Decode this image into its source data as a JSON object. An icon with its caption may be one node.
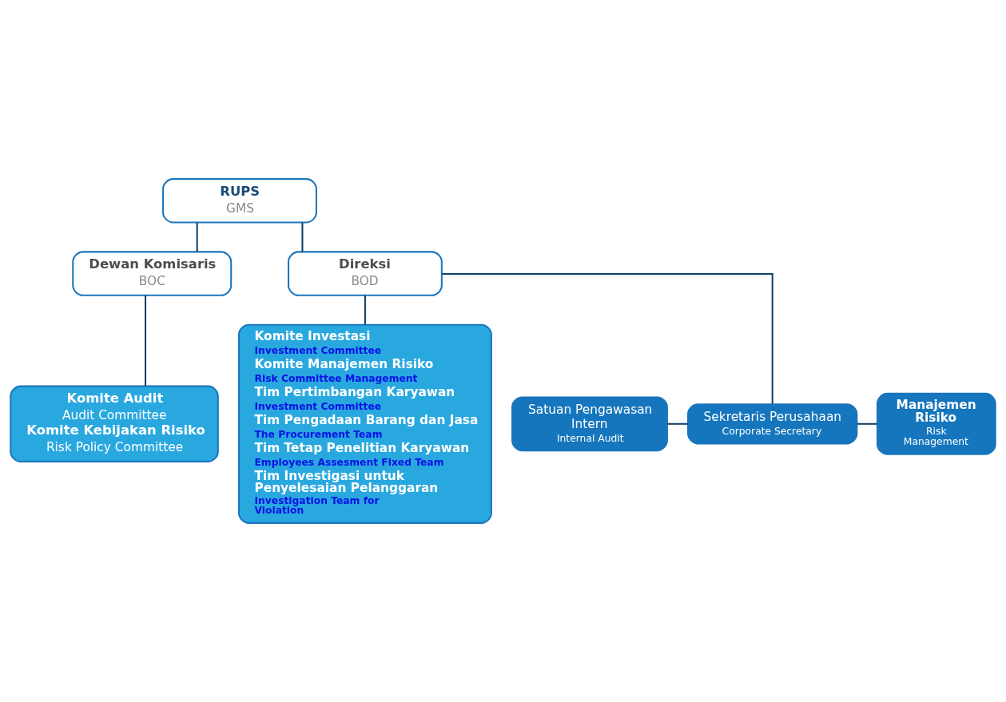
{
  "diagram": {
    "nodes": [
      {
        "text": [
          "RUPS",
          "GMS"
        ]
      },
      {
        "text": [
          "Dewan Komisaris",
          "BOC"
        ]
      },
      {
        "text": [
          "Direksi",
          "BOD"
        ]
      },
      {
        "text": [
          "Komite Audit",
          "Audit Committee",
          "Komite Kebijakan Risiko",
          "Risk Policy Committee"
        ]
      },
      {
        "text": [
          "Satuan Pengawasan Intern",
          "Internal Audit"
        ]
      },
      {
        "text": [
          "Sekretaris Perusahaan",
          "Corporate Secretary"
        ]
      },
      {
        "text": [
          "Manajemen Risiko",
          "Risk Management"
        ]
      },
      {
        "text": [
          "Komite Investasi",
          "Investment Committee",
          "Komite Manajemen Risiko",
          "Risk Committee Management",
          "Tim Pertimbangan Karyawan",
          "Investment Committee",
          "Tim Pengadaan Barang dan Jasa",
          "The Procurement Team",
          "Tim Tetap Penelitian Karyawan",
          "Employees Assesment Fixed Team",
          "Tim Investigasi untuk Penyelesaian Pelanggaran",
          "Investigation Team for Violation"
        ]
      }
    ],
    "edges": [
      {
        "from": 0,
        "to": 1,
        "arrow": "none"
      },
      {
        "from": 0,
        "to": 2,
        "arrow": "none"
      },
      {
        "from": 1,
        "to": 3,
        "arrow": "none"
      },
      {
        "from": 2,
        "to": 5,
        "arrow": "none"
      },
      {
        "from": 4,
        "to": 5,
        "arrow": "none"
      },
      {
        "from": 5,
        "to": 6,
        "arrow": "none"
      },
      {
        "from": 2,
        "to": 7,
        "arrow": "none"
      }
    ]
  }
}
